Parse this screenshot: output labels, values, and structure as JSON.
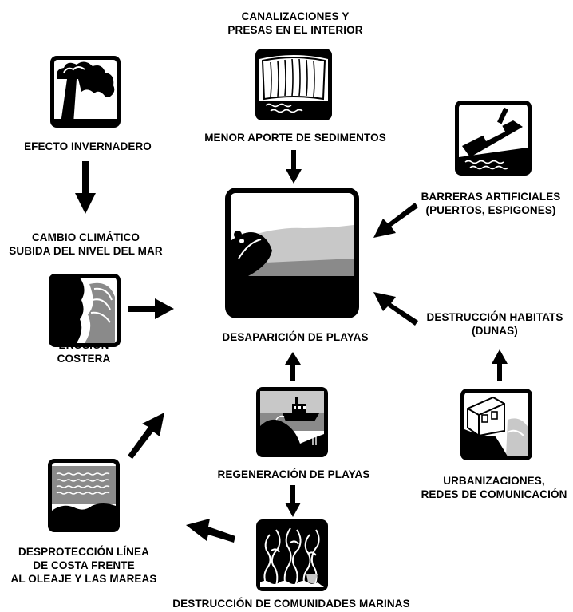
{
  "labels": {
    "canalizaciones": [
      "CANALIZACIONES Y",
      "PRESAS EN EL INTERIOR"
    ],
    "menor_aporte": [
      "MENOR APORTE DE SEDIMENTOS"
    ],
    "efecto_invernadero": [
      "EFECTO INVERNADERO"
    ],
    "barreras": [
      "BARRERAS ARTIFICIALES",
      "(PUERTOS, ESPIGONES)"
    ],
    "cambio_climatico": [
      "CAMBIO CLIMÁTICO",
      "SUBIDA DEL NIVEL DEL MAR"
    ],
    "destruccion_habitats": [
      "DESTRUCCIÓN HABITATS",
      "(DUNAS)"
    ],
    "desaparicion": [
      "DESAPARICIÓN DE PLAYAS"
    ],
    "erosion": [
      "EROSIÓN",
      "COSTERA"
    ],
    "regeneracion": [
      "REGENERACIÓN DE PLAYAS"
    ],
    "urbanizaciones": [
      "URBANIZACIONES,",
      "REDES DE COMUNICACIÓN"
    ],
    "desproteccion": [
      "DESPROTECCIÓN LÍNEA",
      "DE COSTA FRENTE",
      "AL OLEAJE Y LAS MAREAS"
    ],
    "destruccion_comunidades": [
      "DESTRUCCIÓN DE COMUNIDADES  MARINAS"
    ]
  },
  "icons": {
    "dam": "dam-icon",
    "factory": "factory-smoke-icon",
    "ship": "ship-icon",
    "erosion": "coastal-erosion-icon",
    "beach": "beach-disappearance-icon",
    "regeneration": "dredger-ship-icon",
    "urban": "coastal-building-icon",
    "unprotected": "unprotected-coast-icon",
    "seaweed": "marine-seaweed-icon"
  },
  "colors": {
    "ink": "#000000",
    "gray_light": "#c8c8c8",
    "gray_mid": "#8a8a8a",
    "gray_dark": "#555555"
  }
}
